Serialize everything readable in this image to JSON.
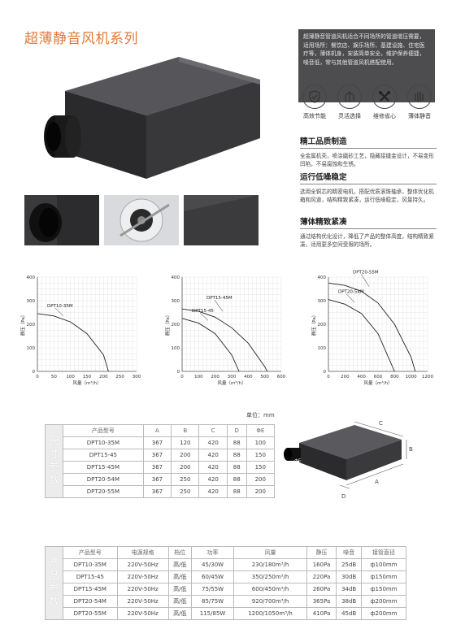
{
  "title": "超薄静音风机系列",
  "intro": "超薄静音管道风机适合不同场所的管道增压需要，适用场所：餐饮店、娱乐场所、基建设施、住宅医疗等，薄体机身，安装简单安全，维护保养便捷，噪音低，常与其他管道风机搭配使用。",
  "icons": [
    {
      "name": "shield-check-icon",
      "label": "高效节能"
    },
    {
      "name": "arrows-icon",
      "label": "灵活选择"
    },
    {
      "name": "tools-icon",
      "label": "维修省心"
    },
    {
      "name": "fins-icon",
      "label": "薄体静音"
    }
  ],
  "features": [
    {
      "title": "精工品质制造",
      "text": "全金属机壳，喷涂磨砂工艺，隐藏接缝金设计，不易变形凹陷，不易腐蚀和生锈。"
    },
    {
      "title": "运行低噪稳定",
      "text": "选用全铜芯的精密电机，搭配优质滚珠轴承，整体优化机箱和风道，结构精致紧凑，运行低噪稳定，风量持久。"
    },
    {
      "title": "薄体精致紧凑",
      "text": "通过结构优化设计，降低了产品的整体高度，结构精致紧凑，适用更多空间受限的场所。"
    }
  ],
  "chart_data": [
    {
      "type": "line",
      "ylabel": "静压（Pa）",
      "xlabel": "风量（m³/h）",
      "xlim": [
        0,
        300
      ],
      "ylim": [
        0,
        400
      ],
      "xticks": [
        0,
        50,
        100,
        150,
        200,
        250,
        300
      ],
      "yticks": [
        0,
        100,
        200,
        300,
        400
      ],
      "series": [
        {
          "name": "DPT10-35M",
          "x": [
            0,
            50,
            100,
            150,
            200,
            215
          ],
          "y": [
            245,
            235,
            210,
            160,
            70,
            0
          ]
        }
      ]
    },
    {
      "type": "line",
      "ylabel": "静压（Pa）",
      "xlabel": "风量（m³/h）",
      "xlim": [
        0,
        600
      ],
      "ylim": [
        0,
        400
      ],
      "xticks": [
        0,
        100,
        200,
        300,
        400,
        500,
        600
      ],
      "yticks": [
        0,
        100,
        200,
        300,
        400
      ],
      "series": [
        {
          "name": "DPT15-45",
          "x": [
            0,
            100,
            200,
            300,
            345
          ],
          "y": [
            225,
            205,
            160,
            70,
            0
          ]
        },
        {
          "name": "DPT15-45M",
          "x": [
            0,
            100,
            200,
            300,
            400,
            500,
            515
          ],
          "y": [
            265,
            255,
            230,
            185,
            120,
            20,
            0
          ]
        }
      ]
    },
    {
      "type": "line",
      "ylabel": "静压（Pa）",
      "xlabel": "风量（m³/h）",
      "xlim": [
        0,
        1200
      ],
      "ylim": [
        0,
        400
      ],
      "xticks": [
        0,
        200,
        400,
        600,
        800,
        1000,
        1200
      ],
      "yticks": [
        0,
        100,
        200,
        300,
        400
      ],
      "series": [
        {
          "name": "DPT20-54M",
          "x": [
            0,
            200,
            400,
            600,
            800
          ],
          "y": [
            305,
            285,
            245,
            160,
            0
          ]
        },
        {
          "name": "DPT20-55M",
          "x": [
            0,
            200,
            400,
            600,
            800,
            1000,
            1050
          ],
          "y": [
            375,
            365,
            340,
            290,
            200,
            60,
            0
          ]
        }
      ]
    }
  ],
  "unit_label": "单位：mm",
  "dim_table": {
    "side": [
      "尺",
      "寸",
      "参",
      "数"
    ],
    "headers": [
      "产品型号",
      "A",
      "B",
      "C",
      "D",
      "ΦE"
    ],
    "rows": [
      [
        "DPT10-35M",
        "367",
        "120",
        "420",
        "88",
        "100"
      ],
      [
        "DPT15-45",
        "367",
        "200",
        "420",
        "88",
        "150"
      ],
      [
        "DPT15-45M",
        "367",
        "200",
        "420",
        "88",
        "150"
      ],
      [
        "DPT20-54M",
        "367",
        "250",
        "420",
        "88",
        "200"
      ],
      [
        "DPT20-55M",
        "367",
        "250",
        "420",
        "88",
        "200"
      ]
    ]
  },
  "dim_labels": {
    "a": "A",
    "b": "B",
    "c": "C",
    "d": "D",
    "e": "ΦE"
  },
  "param_table": {
    "side": [
      "产",
      "品",
      "参",
      "数"
    ],
    "headers": [
      "产品型号",
      "电源规格",
      "档位",
      "功率",
      "风量",
      "静压",
      "噪音",
      "接管直径"
    ],
    "rows": [
      [
        "DPT10-35M",
        "220V-50Hz",
        "高/低",
        "45/30W",
        "230/180m³/h",
        "160Pa",
        "25dB",
        "ф100mm"
      ],
      [
        "DPT15-45",
        "220V-50Hz",
        "高/低",
        "60/45W",
        "350/250m³/h",
        "220Pa",
        "30dB",
        "ф150mm"
      ],
      [
        "DPT15-45M",
        "220V-50Hz",
        "高/低",
        "75/55W",
        "600/450m³/h",
        "260Pa",
        "34dB",
        "ф150mm"
      ],
      [
        "DPT20-54M",
        "220V-50Hz",
        "高/低",
        "85/75W",
        "920/700m³/h",
        "365Pa",
        "38dB",
        "ф200mm"
      ],
      [
        "DPT20-55M",
        "220V-50Hz",
        "高/低",
        "115/85W",
        "1200/1050m³/h",
        "410Pa",
        "45dB",
        "ф200mm"
      ]
    ]
  }
}
